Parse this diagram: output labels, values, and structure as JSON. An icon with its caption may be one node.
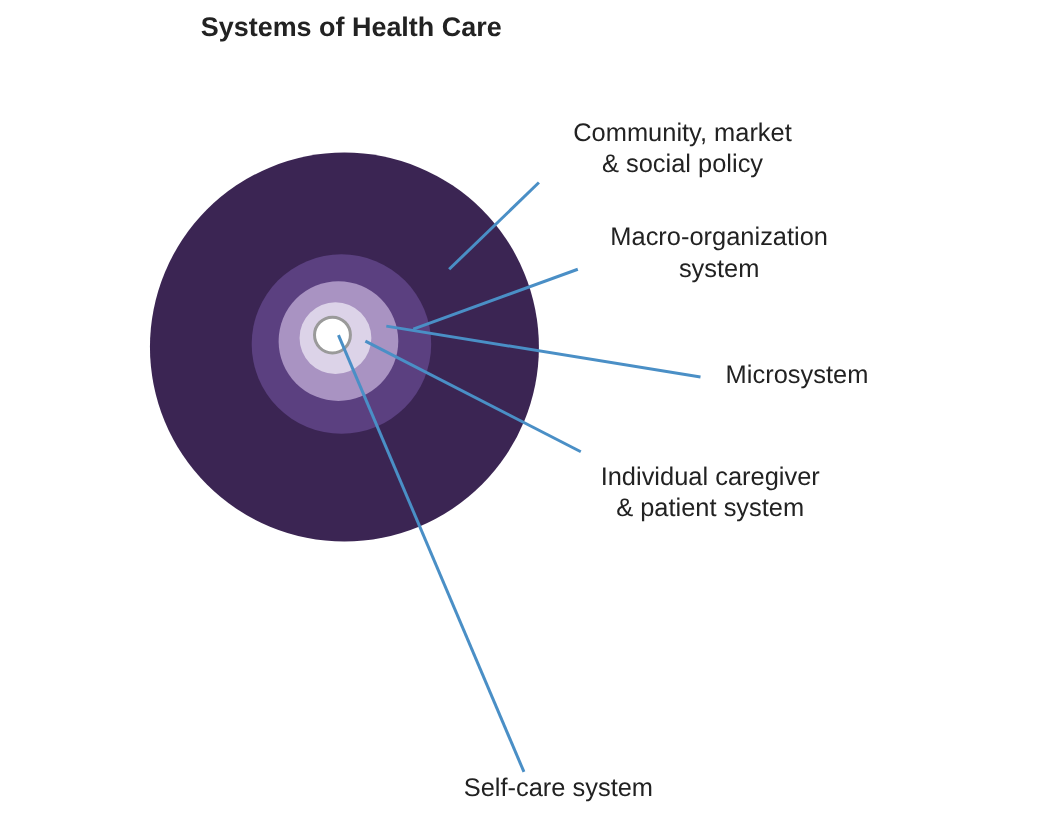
{
  "diagram": {
    "title": "Systems of Health Care",
    "nodes": [
      {
        "text": [],
        "shape": "circle"
      },
      {
        "text": [],
        "shape": "circle",
        "in": 0
      },
      {
        "text": [],
        "shape": "circle",
        "in": 1
      },
      {
        "text": [],
        "shape": "circle",
        "in": 2
      },
      {
        "text": [],
        "shape": "circle",
        "in": 3
      },
      {
        "text": [
          "Community, market & social policy"
        ]
      },
      {
        "text": [
          "Macro-organization system"
        ]
      },
      {
        "text": [
          "Microsystem"
        ]
      },
      {
        "text": [
          "Individual caregiver & patient system"
        ]
      },
      {
        "text": [
          "Self-care system"
        ]
      }
    ],
    "edges": [
      {
        "from": 5,
        "to": 0,
        "arrow": "none"
      },
      {
        "from": 6,
        "to": 1,
        "arrow": "none"
      },
      {
        "from": 7,
        "to": 2,
        "arrow": "none"
      },
      {
        "from": 8,
        "to": 3,
        "arrow": "none"
      },
      {
        "from": 9,
        "to": 4,
        "arrow": "none"
      }
    ]
  }
}
